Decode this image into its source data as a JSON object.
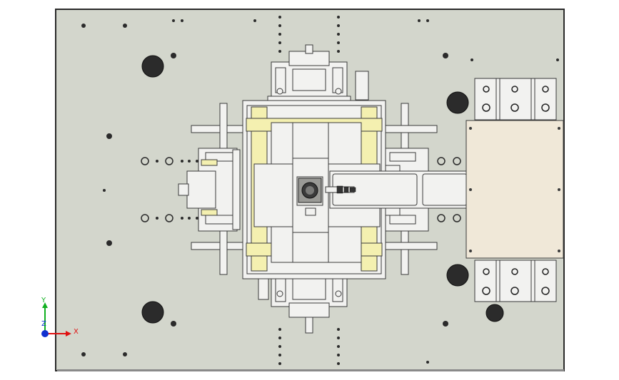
{
  "triad": {
    "x_label": "X",
    "y_label": "Y",
    "z_label": "Z",
    "x_color": "#e01010",
    "y_color": "#10b020",
    "z_color": "#1030d0"
  },
  "colors": {
    "plate": "#d3d6cc",
    "plate_edge": "#2a2a2a",
    "part_fill": "#f2f2f0",
    "part_edge": "#3a3a3a",
    "rail_yellow": "#f4f0b0",
    "tan_plate": "#f0e8d8",
    "hole_dark": "#2b2b2b"
  }
}
